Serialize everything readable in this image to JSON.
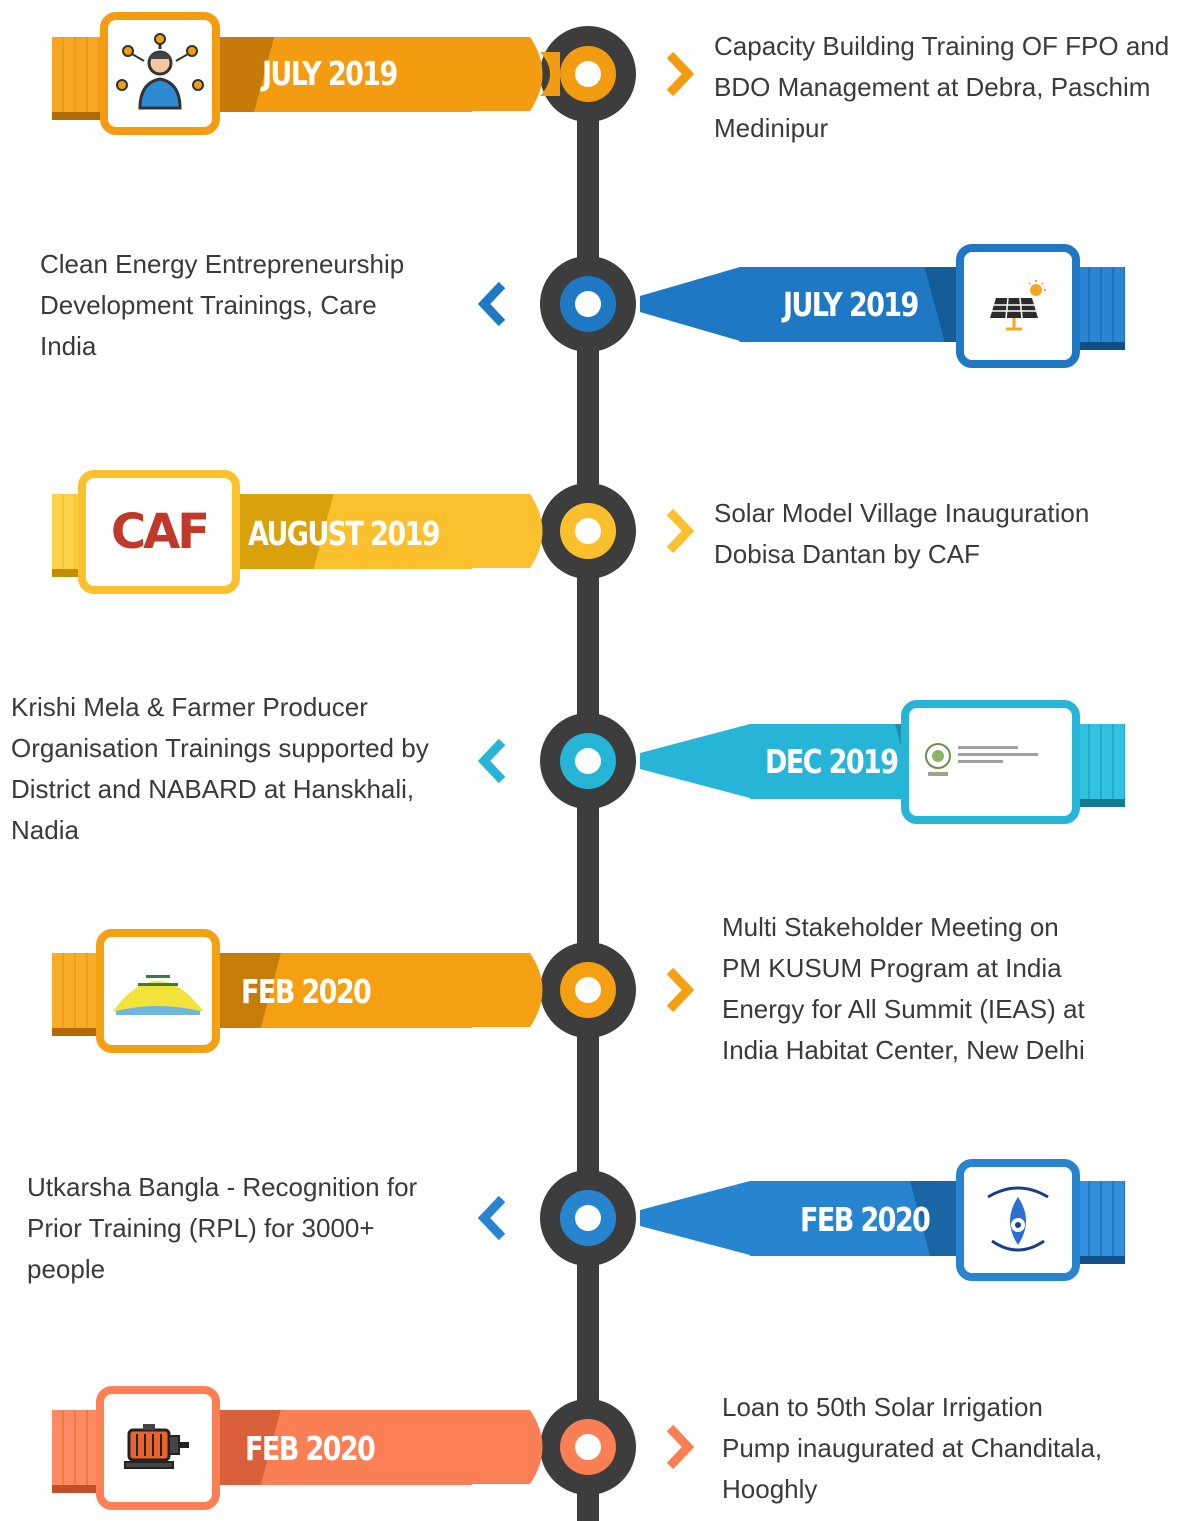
{
  "events": [
    {
      "date": "JULY 2019",
      "icon": "capacity-building-person-icon",
      "text_lines": [
        "Capacity Building Training OF FPO and",
        "BDO Management at Debra, Paschim",
        "Medinipur"
      ],
      "color": "#f39c12"
    },
    {
      "date": "JULY 2019",
      "icon": "solar-panel-icon",
      "text_lines": [
        "Clean Energy Entrepreneurship",
        "Development Trainings, Care",
        "India"
      ],
      "color": "#1f78c4"
    },
    {
      "date": "AUGUST 2019",
      "icon": "caf-logo",
      "logo_text": "CAF",
      "text_lines": [
        "Solar Model Village Inauguration",
        "Dobisa Dantan  by CAF"
      ],
      "color": "#fbc02d"
    },
    {
      "date": "DEC 2019",
      "icon": "nabard-logo",
      "text_lines": [
        "Krishi Mela & Farmer Producer",
        "Organisation Trainings supported by",
        "District and NABARD at Hanskhali,",
        "Nadia"
      ],
      "color": "#26b5d6"
    },
    {
      "date": "FEB 2020",
      "icon": "kusum-logo",
      "text_lines": [
        "Multi Stakeholder Meeting on",
        "PM KUSUM Program at India",
        "Energy for All Summit (IEAS) at",
        "India Habitat Center, New Delhi"
      ],
      "color": "#f5a012"
    },
    {
      "date": "FEB 2020",
      "icon": "utkarsh-bangla-logo",
      "text_lines": [
        "Utkarsha Bangla - Recognition for",
        "Prior Training (RPL) for 3000+",
        "people"
      ],
      "color": "#2785d0"
    },
    {
      "date": "FEB 2020",
      "icon": "irrigation-pump-motor-icon",
      "text_lines": [
        "Loan to 50th Solar Irrigation",
        "Pump inaugurated at Chanditala,",
        "Hooghly"
      ],
      "color": "#fb7f55"
    }
  ]
}
